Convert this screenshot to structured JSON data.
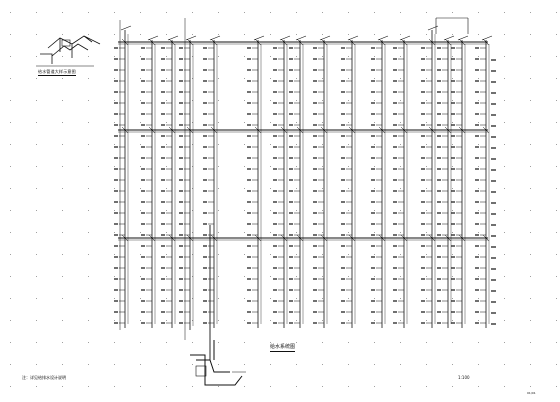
{
  "labels": {
    "detail_title": "给水管道大样示意图",
    "diagram_title": "给水系统图",
    "note": "注：详见给排水设计说明",
    "scale": "1:100",
    "page_number": "01/01"
  },
  "colors": {
    "line": "#111111",
    "dot_grid": "#8a8a8a",
    "background": "#ffffff"
  }
}
